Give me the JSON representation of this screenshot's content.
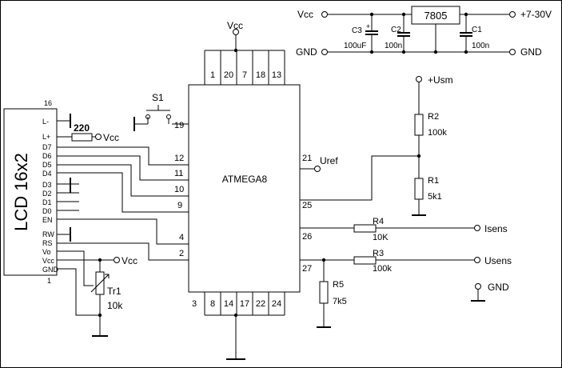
{
  "lcd": {
    "title": "LCD 16x2",
    "pin_top": "16",
    "pin_bottom": "1",
    "pins": [
      "L-",
      "L+",
      "D7",
      "D6",
      "D5",
      "D4",
      "D3",
      "D2",
      "D1",
      "D0",
      "EN",
      "RW",
      "RS",
      "Vo",
      "Vcc",
      "GND"
    ]
  },
  "mcu": {
    "name": "ATMEGA8",
    "top_pins": [
      "1",
      "20",
      "7",
      "18",
      "13"
    ],
    "bottom_pins": [
      "3",
      "8",
      "14",
      "17",
      "22",
      "24"
    ],
    "left_pins": [
      "19",
      "12",
      "11",
      "10",
      "9",
      "4",
      "2"
    ],
    "right_pins": [
      "21",
      "25",
      "26",
      "27"
    ]
  },
  "labels": {
    "vcc_top": "Vcc",
    "s1": "S1",
    "r220": "220",
    "vcc_l": "Vcc",
    "vcc_tr": "Vcc",
    "tr1_name": "Tr1",
    "tr1_val": "10k",
    "uref": "Uref",
    "usm": "+Usm",
    "r2_name": "R2",
    "r2_val": "100k",
    "r1_name": "R1",
    "r1_val": "5k1",
    "r4_name": "R4",
    "r4_val": "10K",
    "isens": "Isens",
    "r3_name": "R3",
    "r3_val": "100k",
    "usens": "Usens",
    "r5_name": "R5",
    "r5_val": "7k5",
    "gnd_r": "GND"
  },
  "psu": {
    "vcc": "Vcc",
    "gnd_left": "GND",
    "regulator": "7805",
    "vin": "+7-30V",
    "gnd_right": "GND",
    "c3_name": "C3",
    "c3_plus": "+",
    "c3_val": "100uF",
    "c2_name": "C2",
    "c2_val": "100n",
    "c1_name": "C1",
    "c1_val": "100n"
  }
}
